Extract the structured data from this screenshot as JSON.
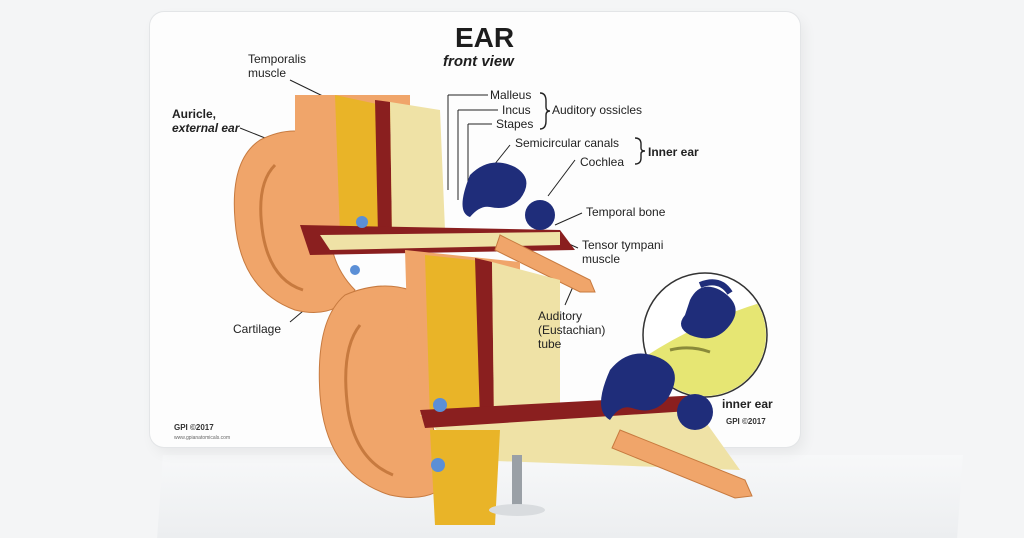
{
  "card": {
    "title": "EAR",
    "subtitle": "front view",
    "labels": {
      "temporalis_line1": "Temporalis",
      "temporalis_line2": "muscle",
      "auricle_line1": "Auricle,",
      "auricle_line2": "external ear",
      "malleus": "Malleus",
      "incus": "Incus",
      "stapes": "Stapes",
      "auditory_ossicles": "Auditory ossicles",
      "semicircular_canals": "Semicircular canals",
      "cochlea": "Cochlea",
      "inner_ear": "Inner ear",
      "temporal_bone": "Temporal bone",
      "tensor_line1": "Tensor tympani",
      "tensor_line2": "muscle",
      "cartilage": "Cartilage",
      "auditory_line1": "Auditory",
      "auditory_line2": "(Eustachian)",
      "auditory_line3": "tube",
      "inset_label": "inner ear"
    },
    "copyright_left": "GPI ©2017",
    "website_left": "www.gpianatomicals.com",
    "copyright_right": "GPI ©2017"
  },
  "colors": {
    "skin": "#f0a56a",
    "bone": "#efe2a6",
    "muscle": "#8a1f1f",
    "yellow_tissue": "#e9b428",
    "inner_ear_blue": "#1f2d7a",
    "inset_yellow": "#e6e673"
  }
}
